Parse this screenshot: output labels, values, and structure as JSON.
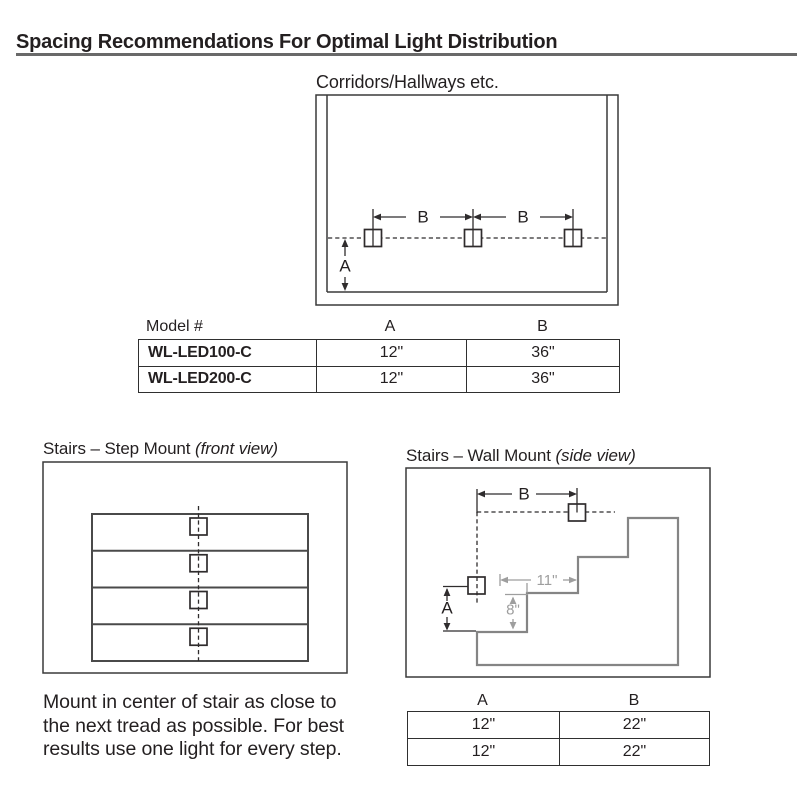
{
  "header": {
    "title": "Spacing Recommendations For Optimal Light Distribution"
  },
  "corridor": {
    "title": "Corridors/Hallways etc.",
    "dim_a": "A",
    "dim_b": "B",
    "table": {
      "col_model": "Model #",
      "col_a": "A",
      "col_b": "B",
      "rows": [
        {
          "model": "WL-LED100-C",
          "a": "12\"",
          "b": "36\""
        },
        {
          "model": "WL-LED200-C",
          "a": "12\"",
          "b": "36\""
        }
      ]
    }
  },
  "step_mount": {
    "title": "Stairs – Step Mount",
    "view": "(front view)",
    "note_lines": [
      "Mount in center of stair as close to",
      "the next tread as possible. For best",
      "results use one light for every step."
    ]
  },
  "wall_mount": {
    "title": "Stairs – Wall Mount",
    "view": "(side view)",
    "dim_a": "A",
    "dim_b": "B",
    "dim_tread": "11\"",
    "dim_riser": "8\"",
    "table": {
      "col_a": "A",
      "col_b": "B",
      "rows": [
        {
          "a": "12\"",
          "b": "22\""
        },
        {
          "a": "12\"",
          "b": "22\""
        }
      ]
    }
  }
}
